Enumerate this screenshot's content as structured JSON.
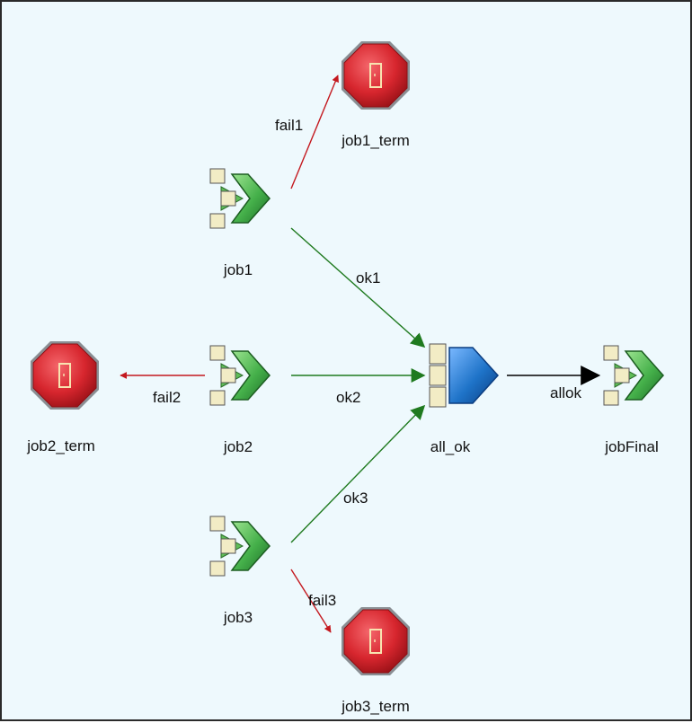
{
  "colors": {
    "background": "#eef9fd",
    "fail_edge": "#c4191f",
    "ok_edge": "#1f7a1f",
    "final_edge": "#000000",
    "stop_red": "#d7262e",
    "job_green": "#45b04a",
    "all_ok_blue": "#1e73c8"
  },
  "nodes": {
    "job1": {
      "label": "job1",
      "kind": "job",
      "icon": "job-arrow-icon"
    },
    "job2": {
      "label": "job2",
      "kind": "job",
      "icon": "job-arrow-icon"
    },
    "job3": {
      "label": "job3",
      "kind": "job",
      "icon": "job-arrow-icon"
    },
    "all_ok": {
      "label": "all_ok",
      "kind": "gate",
      "icon": "and-gate-arrow-icon"
    },
    "jobFinal": {
      "label": "jobFinal",
      "kind": "job",
      "icon": "job-arrow-icon"
    },
    "job1_term": {
      "label": "job1_term",
      "kind": "terminate",
      "icon": "stop-sign-icon"
    },
    "job2_term": {
      "label": "job2_term",
      "kind": "terminate",
      "icon": "stop-sign-icon"
    },
    "job3_term": {
      "label": "job3_term",
      "kind": "terminate",
      "icon": "stop-sign-icon"
    }
  },
  "edges": {
    "fail1": {
      "label": "fail1",
      "from": "job1",
      "to": "job1_term",
      "kind": "fail"
    },
    "ok1": {
      "label": "ok1",
      "from": "job1",
      "to": "all_ok",
      "kind": "ok"
    },
    "fail2": {
      "label": "fail2",
      "from": "job2",
      "to": "job2_term",
      "kind": "fail"
    },
    "ok2": {
      "label": "ok2",
      "from": "job2",
      "to": "all_ok",
      "kind": "ok"
    },
    "ok3": {
      "label": "ok3",
      "from": "job3",
      "to": "all_ok",
      "kind": "ok"
    },
    "fail3": {
      "label": "fail3",
      "from": "job3",
      "to": "job3_term",
      "kind": "fail"
    },
    "allok": {
      "label": "allok",
      "from": "all_ok",
      "to": "jobFinal",
      "kind": "final"
    }
  }
}
